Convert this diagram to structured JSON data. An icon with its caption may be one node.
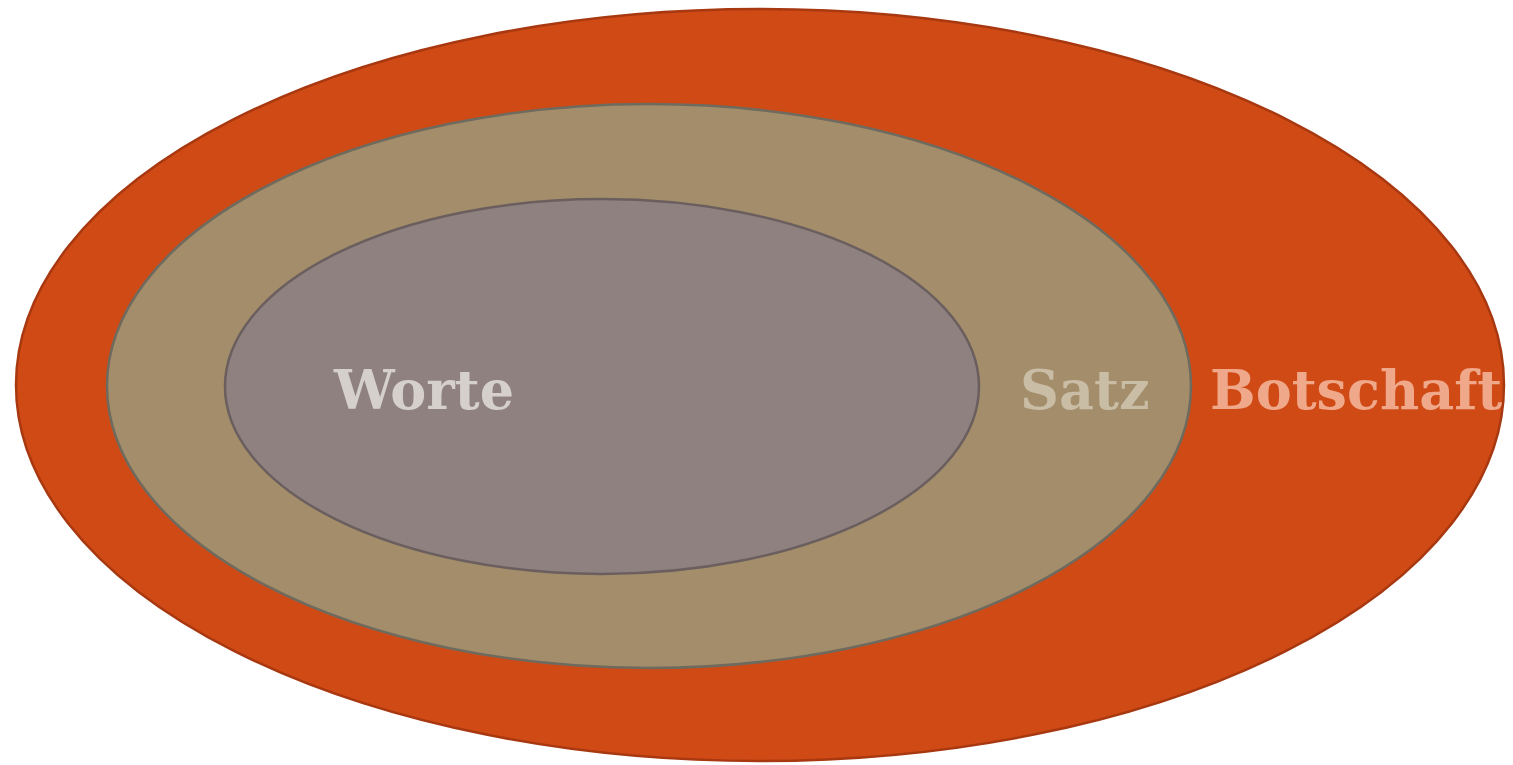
{
  "diagram": {
    "nodes": [
      {
        "text": [
          "Botschaft"
        ]
      },
      {
        "text": [
          "Satz"
        ],
        "in": 0
      },
      {
        "text": [
          "Worte"
        ],
        "in": 1
      }
    ]
  }
}
